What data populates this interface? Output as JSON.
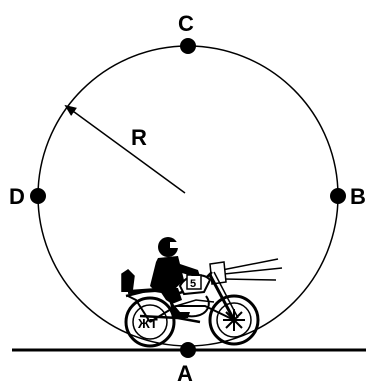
{
  "diagram": {
    "points": {
      "top": "C",
      "right": "B",
      "bottom": "A",
      "left": "D"
    },
    "radius_label": "R",
    "number_plate": "5"
  }
}
